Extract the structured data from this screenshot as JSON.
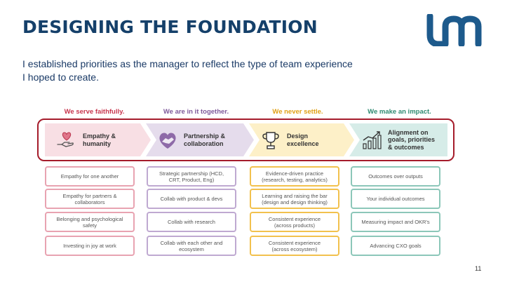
{
  "slide": {
    "title": "DESIGNING THE FOUNDATION",
    "subtitle_line1": "I established priorities as the manager to reflect the type of team experience",
    "subtitle_line2": "I hoped to create.",
    "page_number": "11"
  },
  "colors": {
    "title": "#15406a",
    "logo": "#1d5a8c",
    "frame": "#a51c2b",
    "col1": "#c8364e",
    "col2": "#7e5a9b",
    "col3": "#e0a117",
    "col4": "#2e8b72"
  },
  "columns": [
    {
      "heading": "We serve faithfully.",
      "label_line1": "Empathy &",
      "label_line2": "humanity",
      "icon": "heart-hand-icon",
      "items": [
        [
          "Empathy for one another"
        ],
        [
          "Empathy for partners &",
          "collaborators"
        ],
        [
          "Belonging and psychological",
          "safety"
        ],
        [
          "Investing in joy at work"
        ]
      ]
    },
    {
      "heading": "We are in it together.",
      "label_line1": "Partnership &",
      "label_line2": "collaboration",
      "icon": "handshake-heart-icon",
      "items": [
        [
          "Strategic partnership (HCD,",
          "CRT, Product, Eng)"
        ],
        [
          "Collab with product & devs"
        ],
        [
          "Collab with research"
        ],
        [
          "Collab with each other and",
          "ecosystem"
        ]
      ]
    },
    {
      "heading": "We never settle.",
      "label_line1": "Design",
      "label_line2": "excellence",
      "icon": "trophy-icon",
      "items": [
        [
          "Evidence-driven practice",
          "(research, testing, analytics)"
        ],
        [
          "Learning and raising the bar",
          "(design and design thinking)"
        ],
        [
          "Consistent experience",
          "(across products)"
        ],
        [
          "Consistent experience",
          "(across ecosystem)"
        ]
      ]
    },
    {
      "heading": "We make an impact.",
      "label_line1": "Alignment on",
      "label_line2": "goals, priorities",
      "label_line3": "& outcomes",
      "icon": "growth-chart-icon",
      "items": [
        [
          "Outcomes over outputs"
        ],
        [
          "Your individual outcomes"
        ],
        [
          "Measuring impact and OKR's"
        ],
        [
          "Advancing CXO goals"
        ]
      ]
    }
  ]
}
